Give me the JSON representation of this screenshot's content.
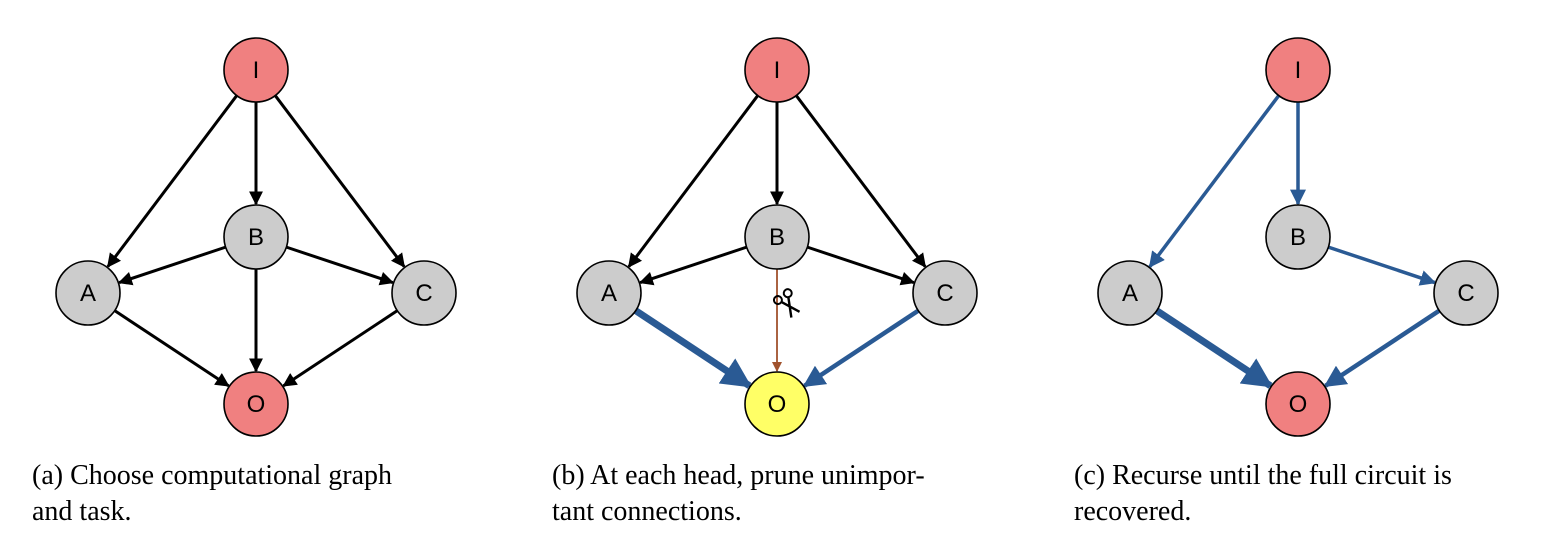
{
  "colors": {
    "input_node": "#f08080",
    "internal_node": "#cccccc",
    "highlight_node": "#ffff66",
    "edge_default": "#000000",
    "edge_circuit": "#2a5a94",
    "edge_pruned": "#a0522d"
  },
  "panels": [
    {
      "id": "a",
      "caption": "(a) Choose computational graph\nand task.",
      "nodes": {
        "I": "I",
        "A": "A",
        "B": "B",
        "C": "C",
        "O": "O"
      },
      "node_fill": {
        "I": "input_node",
        "A": "internal_node",
        "B": "internal_node",
        "C": "internal_node",
        "O": "input_node"
      },
      "edges": [
        {
          "from": "I",
          "to": "A",
          "style": "default"
        },
        {
          "from": "I",
          "to": "B",
          "style": "default"
        },
        {
          "from": "I",
          "to": "C",
          "style": "default"
        },
        {
          "from": "B",
          "to": "A",
          "style": "default"
        },
        {
          "from": "B",
          "to": "C",
          "style": "default"
        },
        {
          "from": "B",
          "to": "O",
          "style": "default"
        },
        {
          "from": "A",
          "to": "O",
          "style": "default"
        },
        {
          "from": "C",
          "to": "O",
          "style": "default"
        }
      ]
    },
    {
      "id": "b",
      "caption": "(b) At each head, prune unimpor-\ntant connections.",
      "nodes": {
        "I": "I",
        "A": "A",
        "B": "B",
        "C": "C",
        "O": "O"
      },
      "node_fill": {
        "I": "input_node",
        "A": "internal_node",
        "B": "internal_node",
        "C": "internal_node",
        "O": "highlight_node"
      },
      "edges": [
        {
          "from": "I",
          "to": "A",
          "style": "default"
        },
        {
          "from": "I",
          "to": "B",
          "style": "default"
        },
        {
          "from": "I",
          "to": "C",
          "style": "default"
        },
        {
          "from": "B",
          "to": "A",
          "style": "default"
        },
        {
          "from": "B",
          "to": "C",
          "style": "default"
        },
        {
          "from": "B",
          "to": "O",
          "style": "pruned"
        },
        {
          "from": "A",
          "to": "O",
          "style": "strong"
        },
        {
          "from": "C",
          "to": "O",
          "style": "medium"
        }
      ],
      "scissors_icon": "scissors-icon"
    },
    {
      "id": "c",
      "caption": "(c) Recurse until the full circuit is\nrecovered.",
      "nodes": {
        "I": "I",
        "A": "A",
        "B": "B",
        "C": "C",
        "O": "O"
      },
      "node_fill": {
        "I": "input_node",
        "A": "internal_node",
        "B": "internal_node",
        "C": "internal_node",
        "O": "input_node"
      },
      "edges": [
        {
          "from": "I",
          "to": "A",
          "style": "circuit"
        },
        {
          "from": "I",
          "to": "B",
          "style": "circuit"
        },
        {
          "from": "B",
          "to": "C",
          "style": "circuit"
        },
        {
          "from": "A",
          "to": "O",
          "style": "strong"
        },
        {
          "from": "C",
          "to": "O",
          "style": "medium"
        }
      ]
    }
  ]
}
